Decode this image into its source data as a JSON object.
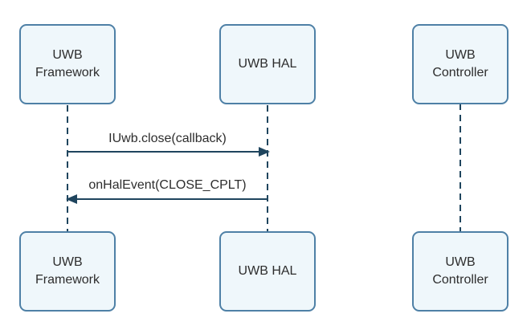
{
  "diagram": {
    "type": "sequence-diagram",
    "background": "#ffffff",
    "colors": {
      "box_fill": "#eff7fb",
      "box_border": "#4e80a6",
      "line": "#1f455e",
      "text": "#2d2d2d"
    },
    "actors": {
      "framework": {
        "label": "UWB\nFramework"
      },
      "hal": {
        "label": "UWB HAL"
      },
      "controller": {
        "label": "UWB\nController"
      }
    },
    "messages": [
      {
        "label": "IUwb.close(callback)",
        "from": "UWB Framework",
        "to": "UWB HAL",
        "direction": "right"
      },
      {
        "label": "onHalEvent(CLOSE_CPLT)",
        "from": "UWB HAL",
        "to": "UWB Framework",
        "direction": "left"
      }
    ]
  }
}
